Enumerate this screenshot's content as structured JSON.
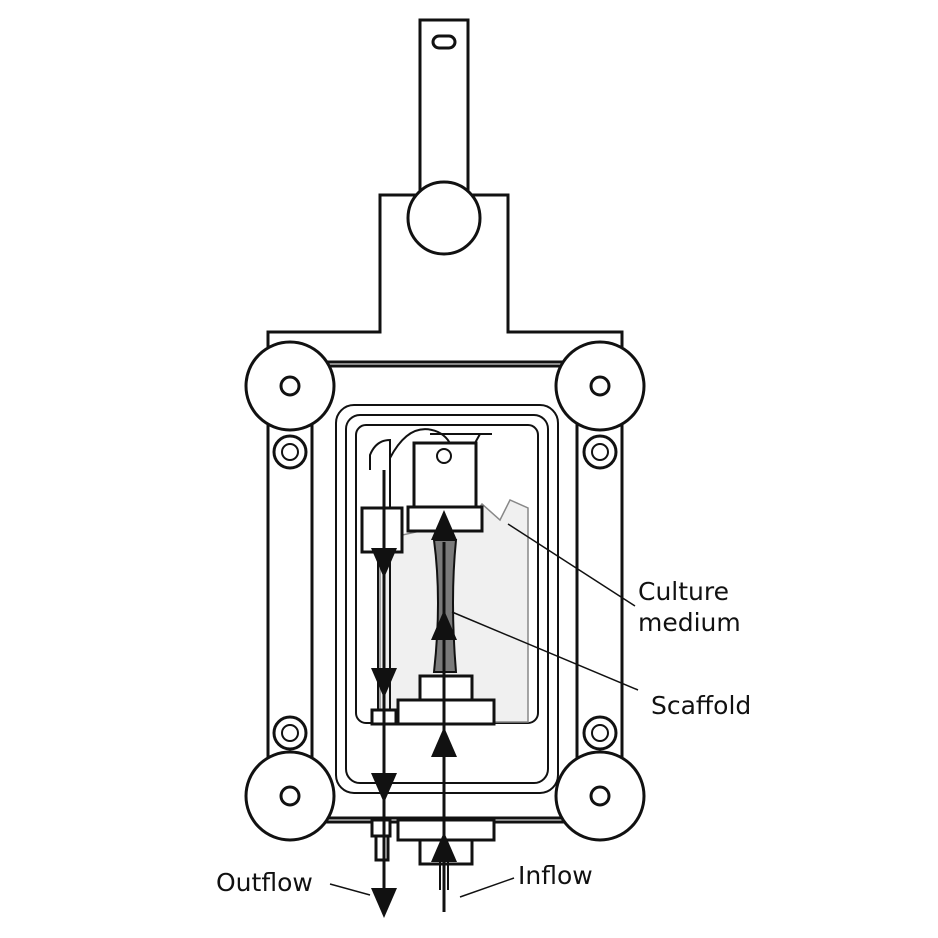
{
  "labels": {
    "culture_line1": "Culture",
    "culture_line2": "medium",
    "scaffold": "Scaffold",
    "outflow": "Outflow",
    "inflow": "Inflow"
  },
  "colors": {
    "stroke": "#111111",
    "medium_fill": "#f0f0f0",
    "scaffold_fill": "#7a7a7a"
  }
}
